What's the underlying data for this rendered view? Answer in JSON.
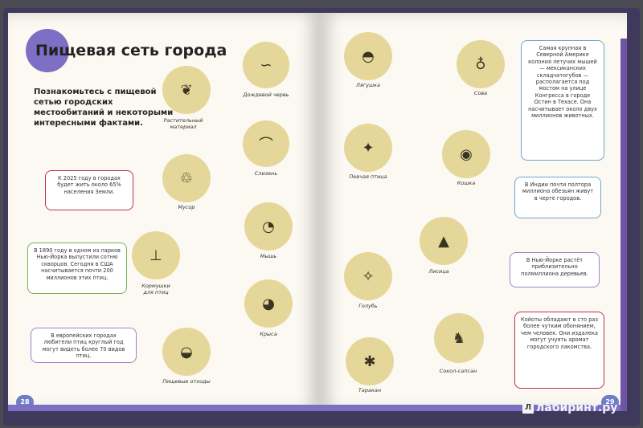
{
  "title": "Пищевая сеть города",
  "intro": "Познакомьтесь с пищевой сетью городских местообитаний и некоторыми интересными фактами.",
  "page_numbers": {
    "left": "28",
    "right": "29"
  },
  "nodes": {
    "leaf": {
      "label": "Растительный материал",
      "icon": "leaf-icon"
    },
    "worm": {
      "label": "Дождевой червь",
      "icon": "worm-icon"
    },
    "slug": {
      "label": "Слизень",
      "icon": "slug-icon"
    },
    "trash": {
      "label": "Мусор",
      "icon": "trash-icon"
    },
    "mouse": {
      "label": "Мышь",
      "icon": "mouse-icon"
    },
    "feeder": {
      "label": "Кормушки для птиц",
      "icon": "bird-feeder-icon"
    },
    "rat": {
      "label": "Крыса",
      "icon": "rat-icon"
    },
    "food": {
      "label": "Пищевые отходы",
      "icon": "food-waste-icon"
    },
    "frog": {
      "label": "Лягушка",
      "icon": "frog-icon"
    },
    "songbird": {
      "label": "Певчая птица",
      "icon": "songbird-icon"
    },
    "pigeon": {
      "label": "Голубь",
      "icon": "pigeon-icon"
    },
    "roach": {
      "label": "Таракан",
      "icon": "cockroach-icon"
    },
    "owl": {
      "label": "Сова",
      "icon": "owl-icon"
    },
    "cat": {
      "label": "Кошка",
      "icon": "cat-icon"
    },
    "fox": {
      "label": "Лисица",
      "icon": "fox-icon"
    },
    "falcon": {
      "label": "Сокол-сапсан",
      "icon": "falcon-icon"
    }
  },
  "facts": {
    "left1": "К 2025 году в городах будет жить около 65% населения Земли.",
    "left2": "В 1890 году в одном из парков Нью-Йорка выпустили сотню скворцов. Сегодня в США насчитывается почти 200 миллионов этих птиц.",
    "left3": "В европейских городах любители птиц круглый год могут видеть более 70 видов птиц.",
    "right1": "Самая крупная в Северной Америке колония летучих мышей — мексиканских складчатогубов — располагается под мостом на улице Конгресса в городе Остин в Техасе. Она насчитывает около двух миллионов животных.",
    "right2": "В Индии почти полтора миллиона обезьян живут в черте городов.",
    "right3": "В Нью-Йорке растёт приблизительно полмиллиона деревьев.",
    "right4": "Койоты обладают в сто раз более чутким обонянием, чем человек. Они издалека могут учуять аромат городского лакомства."
  },
  "watermark": "лабиринт.ру",
  "colors": {
    "node_fill": "#e5d799",
    "arrow": "#e6c86a",
    "title_accent": "#7c6fc4",
    "book_cover": "#3f3a5c"
  }
}
